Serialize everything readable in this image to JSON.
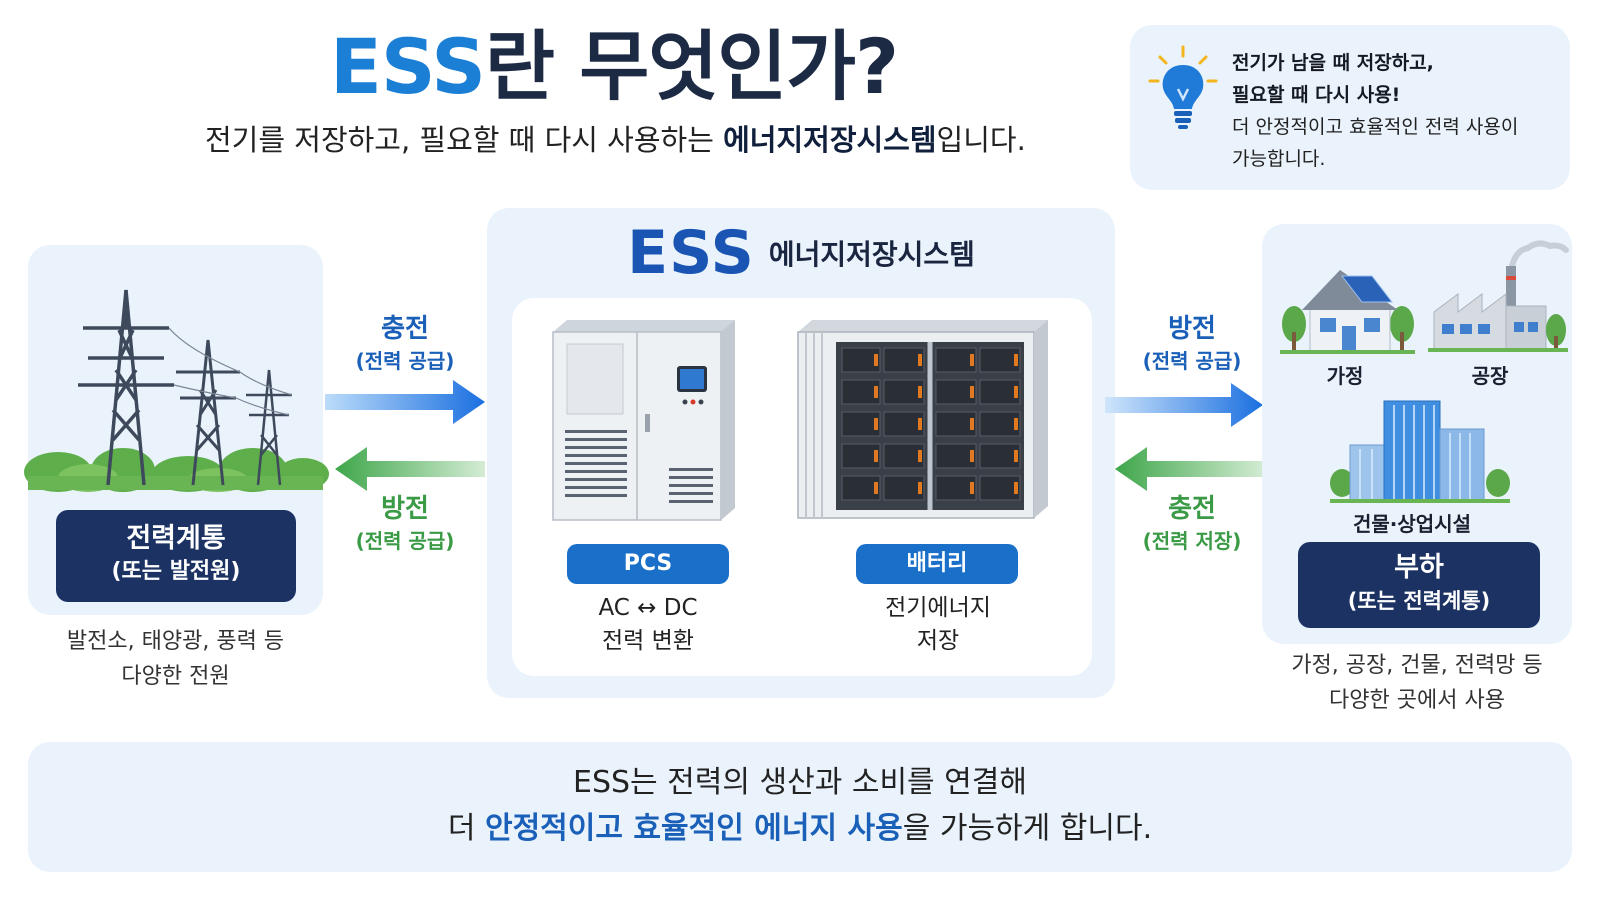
{
  "header": {
    "title_ess": "ESS",
    "title_rest": "란 무엇인가?",
    "subtitle_pre": "전기를 저장하고, 필요할 때 다시 사용하는 ",
    "subtitle_bold": "에너지저장시스템",
    "subtitle_post": "입니다."
  },
  "tip": {
    "icon": "lightbulb-icon",
    "line1": "전기가 남을 때 저장하고,",
    "line2": "필요할 때 다시 사용!",
    "line3": "더 안정적이고 효율적인 전력 사용이",
    "line4": "가능합니다."
  },
  "left": {
    "box_line1": "전력계통",
    "box_line2": "(또는 발전원)",
    "caption_line1": "발전소, 태양광, 풍력 등",
    "caption_line2": "다양한 전원"
  },
  "arrows": {
    "left_charge": "충전",
    "left_charge_sub": "(전력 공급)",
    "left_discharge": "방전",
    "left_discharge_sub": "(전력 공급)",
    "right_discharge": "방전",
    "right_discharge_sub": "(전력 공급)",
    "right_charge": "충전",
    "right_charge_sub": "(전력 저장)"
  },
  "center": {
    "title_big": "ESS",
    "title_small": "에너지저장시스템",
    "pcs_label": "PCS",
    "pcs_line1": "AC ↔ DC",
    "pcs_line2": "전력 변환",
    "battery_label": "배터리",
    "battery_line1": "전기에너지",
    "battery_line2": "저장"
  },
  "right": {
    "home": "가정",
    "factory": "공장",
    "commercial": "건물·상업시설",
    "box_line1": "부하",
    "box_line2": "(또는 전력계통)",
    "caption_line1": "가정, 공장, 건물, 전력망 등",
    "caption_line2": "다양한 곳에서 사용"
  },
  "bottom": {
    "line1": "ESS는 전력의 생산과 소비를 연결해",
    "line2_pre": "더 ",
    "line2_hl1": "안정적이고 효율적인 에너지 사용",
    "line2_post": "을 가능하게 합니다."
  },
  "colors": {
    "accent_blue": "#1c7fd6",
    "navy": "#1b3263",
    "green": "#3a9a45",
    "panel": "#eaf3fc"
  }
}
